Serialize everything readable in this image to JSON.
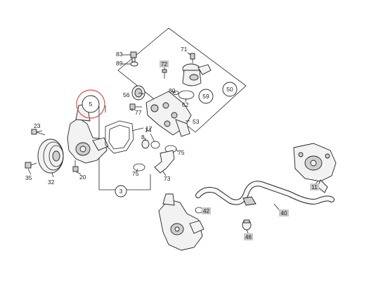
{
  "callouts": {
    "c83": "83",
    "c89": "89",
    "c72": "72",
    "c71": "71",
    "c50": "50",
    "c59": "59",
    "c56": "56",
    "c80": "80",
    "c62": "62",
    "c77": "77",
    "c5": "5",
    "c17": "17",
    "c53": "53",
    "c23": "23",
    "c8": "8",
    "c14": "14",
    "c1": "1",
    "c75a": "75",
    "c75b": "75",
    "c73": "73",
    "c35": "35",
    "c32": "32",
    "c20": "20",
    "c3": "3",
    "c11": "11",
    "c42": "42",
    "c40": "40",
    "c46": "46"
  },
  "colors": {
    "highlight_circle": "#d9534f",
    "grey_tag": "#c8c8c8",
    "line": "#222222"
  }
}
